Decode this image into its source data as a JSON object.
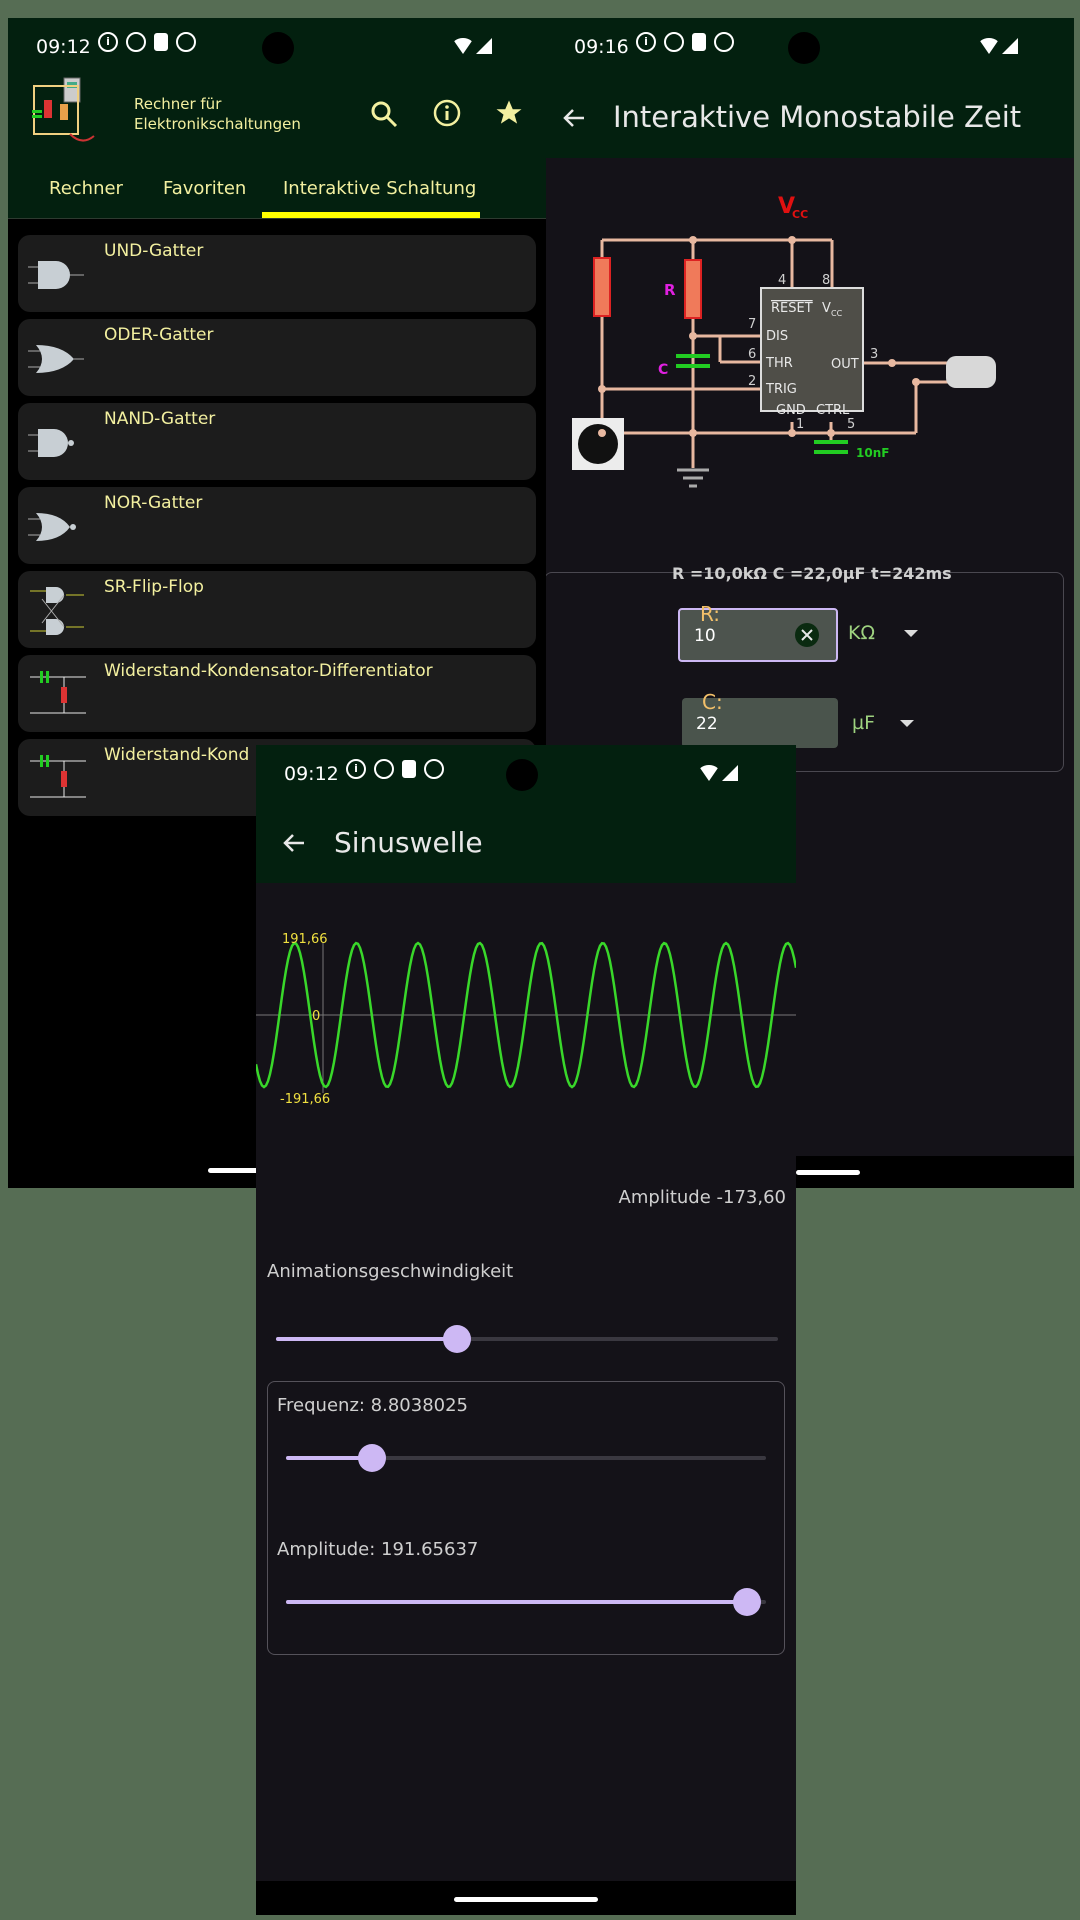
{
  "phone1": {
    "time": "09:12",
    "app_title_line1": "Rechner für",
    "app_title_line2": "Elektronikschaltungen",
    "tabs": [
      "Rechner",
      "Favoriten",
      "Interaktive Schaltung"
    ],
    "active_tab": 2,
    "items": [
      "UND-Gatter",
      "ODER-Gatter",
      "NAND-Gatter",
      "NOR-Gatter",
      "SR-Flip-Flop",
      "Widerstand-Kondensator-Differentiator",
      "Widerstand-Kond"
    ]
  },
  "phone2": {
    "time": "09:16",
    "title": "Interaktive Monostabile Zeit",
    "circuit": {
      "vcc": "V",
      "vcc_sub": "CC",
      "r_label": "R",
      "c_label": "C",
      "cap_value": "10nF",
      "ic_pins": [
        "RESET",
        "DIS",
        "THR",
        "TRIG",
        "GND",
        "CTRL",
        "OUT"
      ],
      "ic_vcc": "V",
      "ic_vcc_sub": "CC",
      "pin_numbers": [
        "4",
        "8",
        "7",
        "6",
        "2",
        "1",
        "5",
        "3"
      ]
    },
    "summary": "R =10,0kΩ  C =22,0µF   t=242ms",
    "r_field": {
      "label": "R:",
      "value": "10",
      "unit": "KΩ"
    },
    "c_field": {
      "label": "C:",
      "value": "22",
      "unit": "µF"
    }
  },
  "phone3": {
    "time": "09:12",
    "title": "Sinuswelle",
    "amplitude_readout": "Amplitude -173,60",
    "speed_label": "Animationsgeschwindigkeit",
    "speed_fraction": 0.36,
    "frequency_label": "Frequenz: 8.8038025",
    "frequency_fraction": 0.18,
    "amplitude_label": "Amplitude: 191.65637",
    "amplitude_fraction": 0.96,
    "chart_data": {
      "type": "line",
      "title": "",
      "xlabel": "",
      "ylabel": "",
      "tick_labels": [
        "191,66",
        "0",
        "-191,66"
      ],
      "ylim": [
        -191.66,
        191.66
      ],
      "series": [
        {
          "values_description_free": true,
          "frequency": 8.8038025,
          "amplitude": 191.65637
        }
      ],
      "color": "#39d82a"
    }
  },
  "colors": {
    "header": "#03200f",
    "accent_yellow": "#ffff00",
    "text_yellow": "#f3f0a0",
    "slider": "#cdb8f4",
    "wave": "#39d82a"
  }
}
